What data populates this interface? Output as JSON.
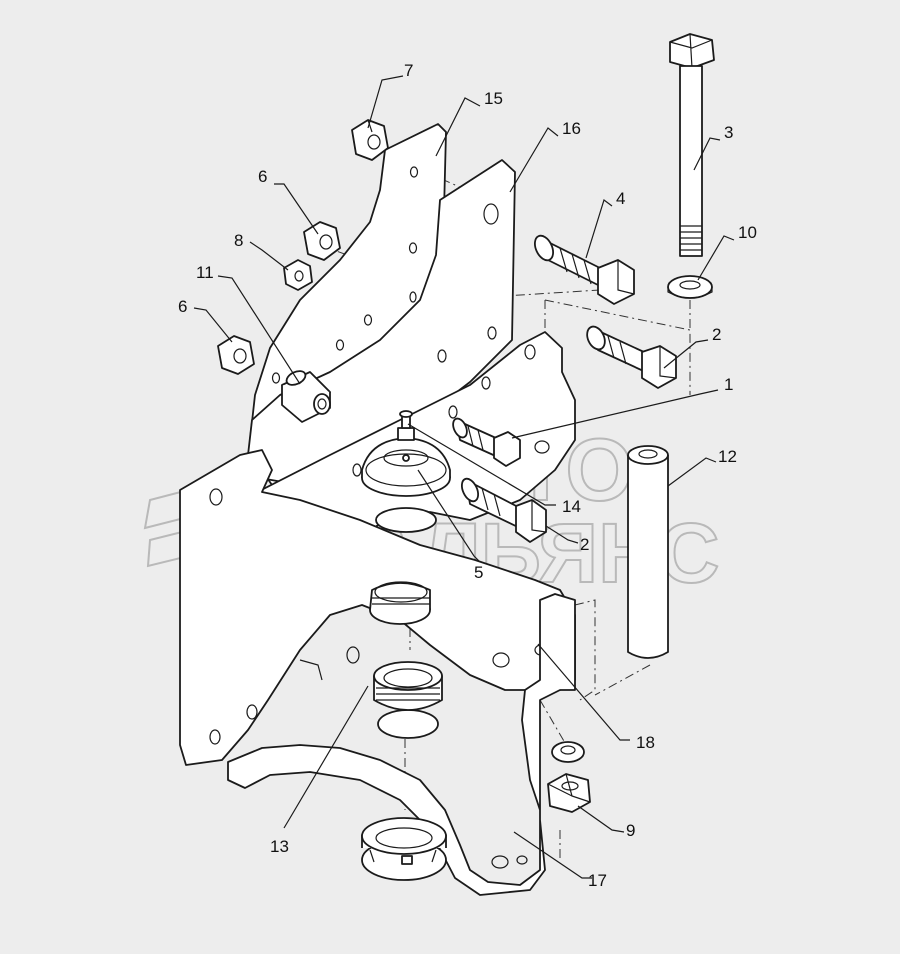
{
  "watermark": {
    "line1": "АВТО",
    "line2": "АЛЬЯНС"
  },
  "callouts": [
    {
      "id": "c1",
      "label": "1"
    },
    {
      "id": "c2a",
      "label": "2"
    },
    {
      "id": "c2b",
      "label": "2"
    },
    {
      "id": "c3",
      "label": "3"
    },
    {
      "id": "c4",
      "label": "4"
    },
    {
      "id": "c5",
      "label": "5"
    },
    {
      "id": "c6a",
      "label": "6"
    },
    {
      "id": "c6b",
      "label": "6"
    },
    {
      "id": "c7",
      "label": "7"
    },
    {
      "id": "c8",
      "label": "8"
    },
    {
      "id": "c9",
      "label": "9"
    },
    {
      "id": "c10",
      "label": "10"
    },
    {
      "id": "c11",
      "label": "11"
    },
    {
      "id": "c12",
      "label": "12"
    },
    {
      "id": "c13",
      "label": "13"
    },
    {
      "id": "c14",
      "label": "14"
    },
    {
      "id": "c15",
      "label": "15"
    },
    {
      "id": "c16",
      "label": "16"
    },
    {
      "id": "c17",
      "label": "17"
    },
    {
      "id": "c18",
      "label": "18"
    }
  ]
}
